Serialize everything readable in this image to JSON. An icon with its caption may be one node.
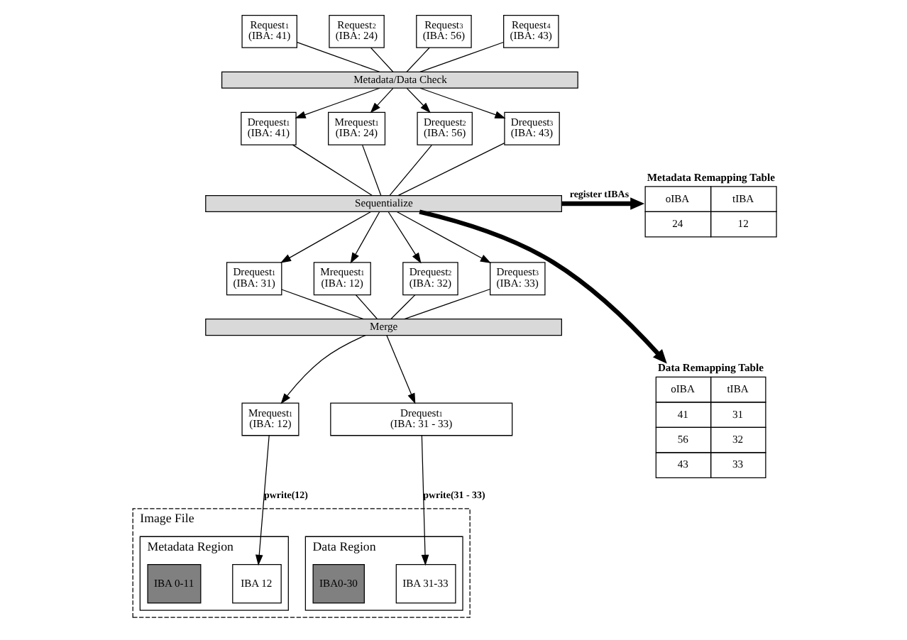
{
  "diagram": {
    "nodes": [
      {
        "text": [
          "Request$_{1}$",
          "(IBA: 41)"
        ]
      },
      {
        "text": [
          "Request$_{2}$",
          "(IBA: 24)"
        ]
      },
      {
        "text": [
          "Request$_{3}$",
          "(IBA: 56)"
        ]
      },
      {
        "text": [
          "Request$_{4}$",
          "(IBA: 43)"
        ]
      },
      {
        "text": [
          "Metadata/Data Check"
        ]
      },
      {
        "text": [
          "Drequest$_{1}$",
          "(IBA: 41)"
        ]
      },
      {
        "text": [
          "Mrequest$_{1}$",
          "(IBA: 24)"
        ]
      },
      {
        "text": [
          "Drequest$_{2}$",
          "(IBA: 56)"
        ]
      },
      {
        "text": [
          "Drequest$_{3}$",
          "(IBA: 43)"
        ]
      },
      {
        "text": [
          "Sequentialize"
        ]
      },
      {
        "text": [
          "Drequest$_{1}$",
          "(IBA: 31)"
        ]
      },
      {
        "text": [
          "Mrequest$_{1}$",
          "(IBA: 12)"
        ]
      },
      {
        "text": [
          "Drequest$_{2}$",
          "(IBA: 32)"
        ]
      },
      {
        "text": [
          "Drequest$_{3}$",
          "(IBA: 33)"
        ]
      },
      {
        "text": [
          "Merge"
        ]
      },
      {
        "text": [
          "Mrequest$_{1}$",
          "(IBA: 12)"
        ]
      },
      {
        "text": [
          "Drequest$_{1}$",
          "(IBA: 31 - 33)"
        ]
      },
      {
        "text": [
          "Image File"
        ]
      },
      {
        "text": [
          "Metadata Region"
        ],
        "in": 17
      },
      {
        "text": [
          "IBA 0-11"
        ],
        "in": 18
      },
      {
        "text": [
          "IBA 12"
        ],
        "in": 18
      },
      {
        "text": [
          "Data Region"
        ],
        "in": 17
      },
      {
        "text": [
          "IBA0-30"
        ],
        "in": 21
      },
      {
        "text": [
          "IBA 31-33"
        ],
        "in": 21
      },
      {
        "text": [
          "Metadata Remapping Table",
          "oIBA",
          "tIBA",
          "24",
          "12"
        ]
      },
      {
        "text": [
          "Data Remapping Table",
          "oIBA",
          "tIBA",
          "41",
          "31",
          "56",
          "32",
          "43",
          "33"
        ]
      }
    ],
    "edges": [
      {
        "from": 0,
        "to": 4,
        "arrow": "none"
      },
      {
        "from": 1,
        "to": 4,
        "arrow": "none"
      },
      {
        "from": 2,
        "to": 4,
        "arrow": "none"
      },
      {
        "from": 3,
        "to": 4,
        "arrow": "none"
      },
      {
        "from": 4,
        "to": 5,
        "arrow": "to"
      },
      {
        "from": 4,
        "to": 6,
        "arrow": "to"
      },
      {
        "from": 4,
        "to": 7,
        "arrow": "to"
      },
      {
        "from": 4,
        "to": 8,
        "arrow": "to"
      },
      {
        "from": 5,
        "to": 9,
        "arrow": "none"
      },
      {
        "from": 6,
        "to": 9,
        "arrow": "none"
      },
      {
        "from": 7,
        "to": 9,
        "arrow": "none"
      },
      {
        "from": 8,
        "to": 9,
        "arrow": "none"
      },
      {
        "from": 9,
        "to": 10,
        "arrow": "to"
      },
      {
        "from": 9,
        "to": 11,
        "arrow": "to"
      },
      {
        "from": 9,
        "to": 12,
        "arrow": "to"
      },
      {
        "from": 9,
        "to": 13,
        "arrow": "to"
      },
      {
        "from": 10,
        "to": 14,
        "arrow": "none"
      },
      {
        "from": 11,
        "to": 14,
        "arrow": "none"
      },
      {
        "from": 12,
        "to": 14,
        "arrow": "none"
      },
      {
        "from": 13,
        "to": 14,
        "arrow": "none"
      },
      {
        "from": 14,
        "to": 15,
        "arrow": "to"
      },
      {
        "from": 14,
        "to": 16,
        "arrow": "to"
      },
      {
        "from": 15,
        "to": 20,
        "arrow": "to",
        "label": "pwrite(12)"
      },
      {
        "from": 16,
        "to": 23,
        "arrow": "to",
        "label": "pwrite(31 - 33)"
      },
      {
        "from": 9,
        "to": 24,
        "arrow": "to",
        "style": "thick",
        "label": "register tIBAs"
      },
      {
        "from": 9,
        "to": 25,
        "arrow": "to",
        "style": "thick"
      }
    ]
  }
}
